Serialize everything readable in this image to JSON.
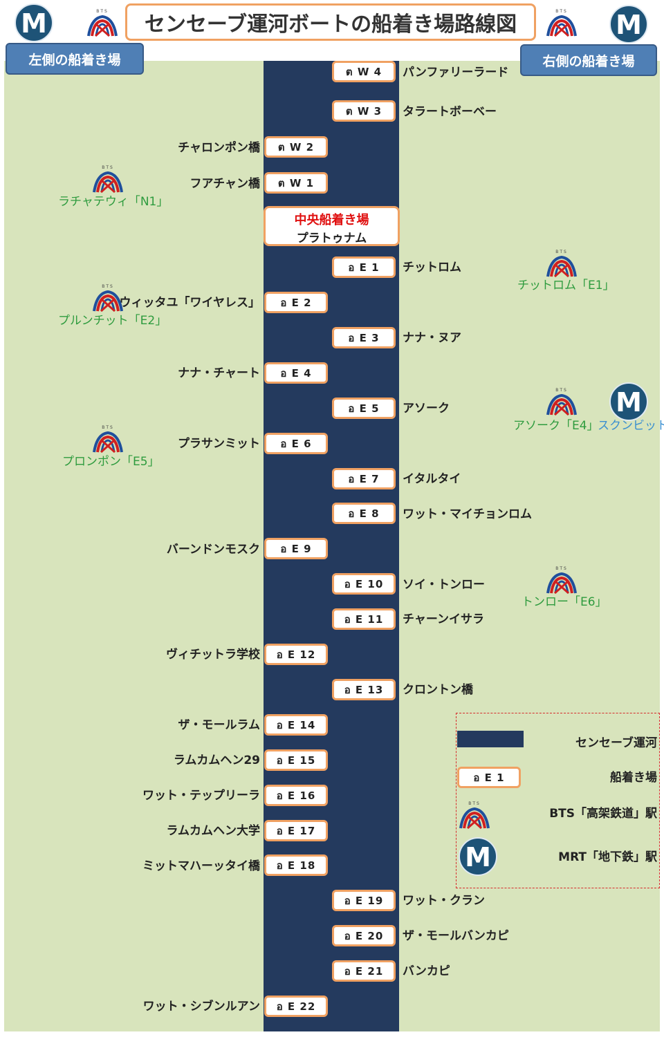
{
  "title": "センセーブ運河ボートの船着き場路線図",
  "left_side_tab": "左側の船着き場",
  "right_side_tab": "右側の船着き場",
  "central_pier": {
    "title": "中央船着き場",
    "name": "プラトゥナム"
  },
  "piers_right": [
    {
      "code": "ต W 4",
      "name": "パンファリーラード"
    },
    {
      "code": "ต W 3",
      "name": "タラートボーベー"
    },
    {
      "code": "อ E 1",
      "name": "チットロム"
    },
    {
      "code": "อ E 3",
      "name": "ナナ・ヌア"
    },
    {
      "code": "อ E 5",
      "name": "アソーク"
    },
    {
      "code": "อ E 7",
      "name": "イタルタイ"
    },
    {
      "code": "อ E 8",
      "name": "ワット・マイチョンロム"
    },
    {
      "code": "อ E 10",
      "name": "ソイ・トンロー"
    },
    {
      "code": "อ E 11",
      "name": "チャーンイサラ"
    },
    {
      "code": "อ E 13",
      "name": "クロントン橋"
    },
    {
      "code": "อ E 19",
      "name": "ワット・クラン"
    },
    {
      "code": "อ E 20",
      "name": "ザ・モールバンカピ"
    },
    {
      "code": "อ E 21",
      "name": "バンカピ"
    }
  ],
  "piers_left": [
    {
      "code": "ต W 2",
      "name": "チャロンポン橋"
    },
    {
      "code": "ต W 1",
      "name": "フアチャン橋"
    },
    {
      "code": "อ E 2",
      "name": "ウィッタユ「ワイヤレス」"
    },
    {
      "code": "อ E 4",
      "name": "ナナ・チャート"
    },
    {
      "code": "อ E 6",
      "name": "プラサンミット"
    },
    {
      "code": "อ E 9",
      "name": "バーンドンモスク"
    },
    {
      "code": "อ E 12",
      "name": "ヴィチットラ学校"
    },
    {
      "code": "อ E 14",
      "name": "ザ・モールラム"
    },
    {
      "code": "อ E 15",
      "name": "ラムカムヘン29"
    },
    {
      "code": "อ E 16",
      "name": "ワット・テップリーラ"
    },
    {
      "code": "อ E 17",
      "name": "ラムカムヘン大学"
    },
    {
      "code": "อ E 18",
      "name": "ミットマハーッタイ橋"
    },
    {
      "code": "อ E 22",
      "name": "ワット・シブンルアン"
    }
  ],
  "bts_stations": [
    {
      "label": "ラチャテウィ「N1」"
    },
    {
      "label": "プルンチット「E2」"
    },
    {
      "label": "プロンポン「E5」"
    },
    {
      "label": "チットロム「E1」"
    },
    {
      "label": "アソーク「E4」"
    },
    {
      "label": "トンロー「E6」"
    }
  ],
  "mrt_stations": [
    {
      "label": "スクンビット"
    }
  ],
  "legend": {
    "canal": "センセーブ運河",
    "pier_sample": "อ E 1",
    "pier": "船着き場",
    "bts": "BTS「高架鉄道」駅",
    "mrt": "MRT「地下鉄」駅"
  },
  "logo_text": {
    "bts": "BTS",
    "mrt": "M"
  },
  "colors": {
    "canal": "#243a5e",
    "land": "#d8e4bc",
    "pier_border": "#f0a162",
    "bts_label": "#2e9b3e",
    "mrt_label": "#3a8fd0",
    "central_title": "#e01010"
  }
}
